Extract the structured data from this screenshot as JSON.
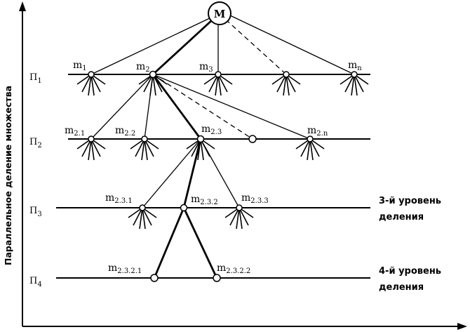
{
  "axis_label": "Параллельное деление множества",
  "root": "M",
  "levels": [
    "П",
    "П",
    "П",
    "П"
  ],
  "level_subs": [
    "1",
    "2",
    "3",
    "4"
  ],
  "nodes": [
    {
      "base": "m",
      "sub": "1"
    },
    {
      "base": "m",
      "sub": "2"
    },
    {
      "base": "m",
      "sub": "3"
    },
    {
      "base": "m",
      "sub": "n"
    },
    {
      "base": "m",
      "sub": "2.1"
    },
    {
      "base": "m",
      "sub": "2.2"
    },
    {
      "base": "m",
      "sub": "2.3"
    },
    {
      "base": "m",
      "sub": "2.n"
    },
    {
      "base": "m",
      "sub": "2.3.1"
    },
    {
      "base": "m",
      "sub": "2.3.2"
    },
    {
      "base": "m",
      "sub": "2.3.3"
    },
    {
      "base": "m",
      "sub": "2.3.2.1"
    },
    {
      "base": "m",
      "sub": "2.3.2.2"
    }
  ],
  "notes": {
    "level3_line1": "3-й уровень",
    "level3_line2": "деления",
    "level4_line1": "4-й уровень",
    "level4_line2": "деления"
  }
}
